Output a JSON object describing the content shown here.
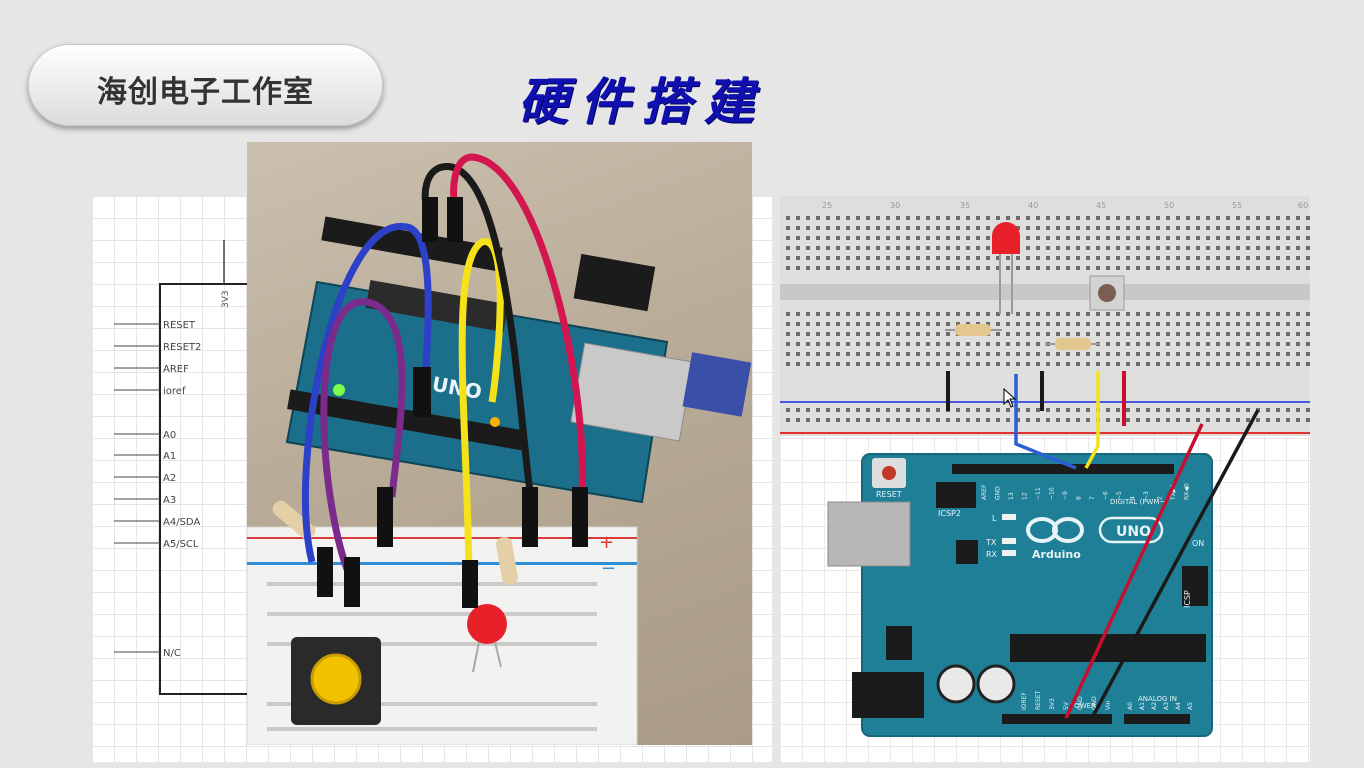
{
  "header": {
    "studio_name": "海创电子工作室",
    "slide_title": "硬件搭建"
  },
  "schematic": {
    "top_pin": "3V3",
    "pins": [
      "RESET",
      "RESET2",
      "AREF",
      "ioref",
      "A0",
      "A1",
      "A2",
      "A3",
      "A4/SDA",
      "A5/SCL",
      "N/C"
    ]
  },
  "photo": {
    "board_label": "UNO",
    "rail_plus": "+",
    "rail_minus": "−"
  },
  "fritzing": {
    "breadboard_columns": [
      "25",
      "30",
      "35",
      "40",
      "45",
      "50",
      "55",
      "60"
    ],
    "board": {
      "reset_label": "RESET",
      "icsp2_label": "ICSP2",
      "icsp_label": "ICSP",
      "led_l": "L",
      "led_tx": "TX",
      "led_rx": "RX",
      "brand": "Arduino",
      "model": "UNO",
      "digital_label": "DIGITAL (PWM~)",
      "power_label": "POWER",
      "analog_label": "ANALOG IN",
      "on_label": "ON",
      "header_top": [
        "AREF",
        "GND",
        "13",
        "12",
        "~11",
        "~10",
        "~9",
        "8",
        "7",
        "~6",
        "~5",
        "4",
        "~3",
        "2",
        "TX▶1",
        "RX◀0"
      ],
      "header_power": [
        "IOREF",
        "RESET",
        "3V3",
        "5V",
        "GND",
        "GND",
        "Vin"
      ],
      "header_analog": [
        "A0",
        "A1",
        "A2",
        "A3",
        "A4",
        "A5"
      ]
    }
  },
  "colors": {
    "title_blue": "#1010b0",
    "board_teal": "#1f7f96",
    "wire_red": "#c8102e",
    "wire_black": "#1a1a1a",
    "wire_blue": "#2c5fd6",
    "wire_yellow": "#f5e21a",
    "wire_purple": "#7b2b8c",
    "led_red": "#e8202a"
  }
}
